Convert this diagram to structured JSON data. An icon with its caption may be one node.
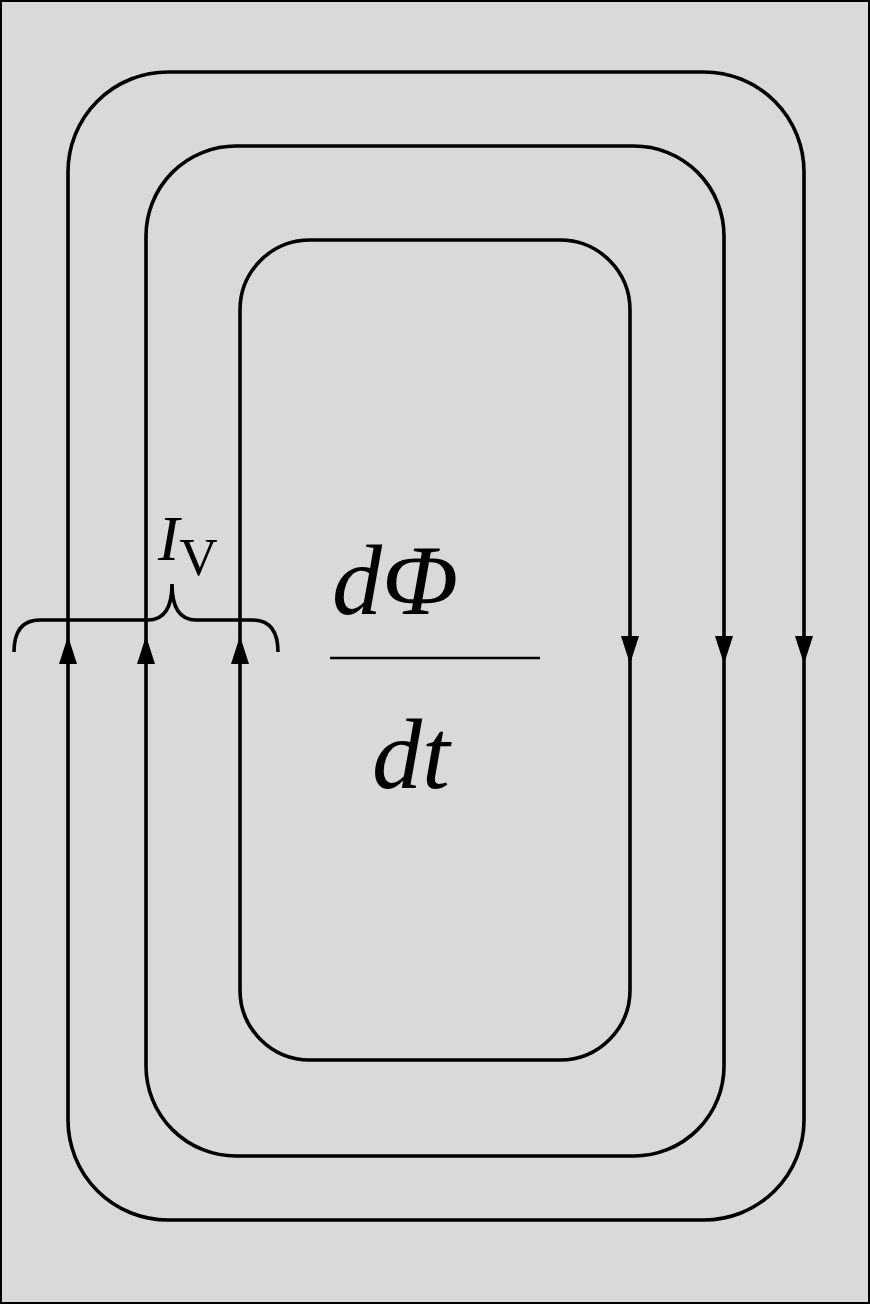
{
  "diagram": {
    "labels": [
      "*I*$_{V}$",
      "dΦ",
      "dt"
    ]
  }
}
